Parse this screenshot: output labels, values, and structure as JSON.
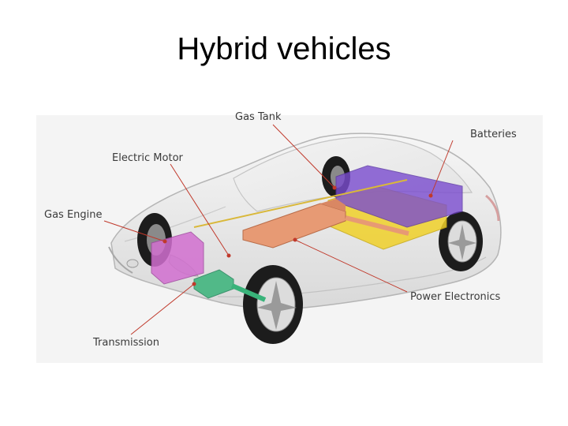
{
  "slide": {
    "title": "Hybrid vehicles"
  },
  "diagram": {
    "labels": {
      "gas_tank": "Gas Tank",
      "batteries": "Batteries",
      "electric_motor": "Electric Motor",
      "gas_engine": "Gas Engine",
      "power_electronics": "Power Electronics",
      "transmission": "Transmission"
    },
    "colors": {
      "car_body": "#eaeaea",
      "car_outline": "#b5b5b5",
      "battery": "#7a4ccf",
      "fuel_tank": "#f0d12a",
      "copper_bus": "#e79a74",
      "engine": "#d26fd0",
      "transmission": "#39b37a",
      "leader_line": "#c0392b",
      "tire": "#1c1c1c"
    }
  }
}
